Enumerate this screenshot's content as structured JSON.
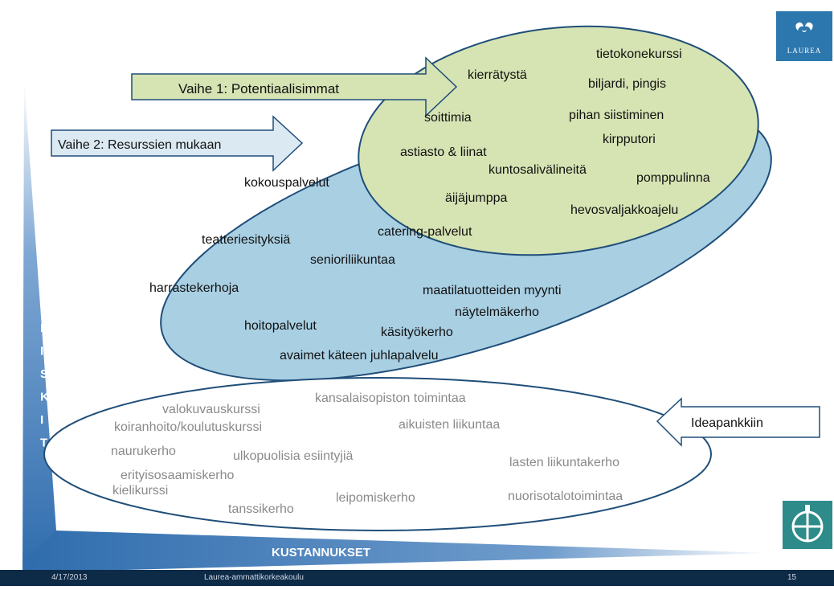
{
  "arrows": {
    "phase1": "Vaihe 1: Potentiaalisimmat",
    "phase2": "Vaihe 2: Resurssien mukaan",
    "ideabank": "Ideapankkiin"
  },
  "axes": {
    "y_label": "RISKIT",
    "x_label": "KUSTANNUKSET"
  },
  "inner_ellipse_items": [
    "kierrätystä",
    "tietokonekurssi",
    "biljardi, pingis",
    "soittimia",
    "pihan siistiminen",
    "kirpputori",
    "astiasto & liinat",
    "kuntosalivälineitä",
    "pomppulinna",
    "äijäjumppa",
    "hevosvaljakkoajelu",
    "catering-palvelut"
  ],
  "outer_ellipse_items": [
    "kokouspalvelut",
    "teatteriesityksiä",
    "senioriliikuntaa",
    "harrastekerhoja",
    "maatilatuotteiden myynti",
    "näytelmäkerho",
    "hoitopalvelut",
    "käsityökerho",
    "avaimet käteen juhlapalvelu"
  ],
  "idea_bank_items": [
    "valokuvauskurssi",
    "kansalaisopiston toimintaa",
    "koiranhoito/koulutuskurssi",
    "aikuisten liikuntaa",
    "naurukerho",
    "ulkopuolisia esiintyjiä",
    "lasten liikuntakerho",
    "erityisosaamiskerho",
    "kielikurssi",
    "leipomiskerho",
    "nuorisotalotoimintaa",
    "tanssikerho"
  ],
  "footer": {
    "date": "4/17/2013",
    "org": "Laurea-ammattikorkeakoulu",
    "page": "15"
  },
  "logo": {
    "text": "LAUREA"
  },
  "colors": {
    "inner_fill": "#d6e3b3",
    "outer_fill": "#a9cfe3",
    "ellipse_stroke": "#1f4e79",
    "axis_blue": "#3a78b6",
    "footer": "#0d2a47",
    "gray_text": "#8a8a8a"
  }
}
